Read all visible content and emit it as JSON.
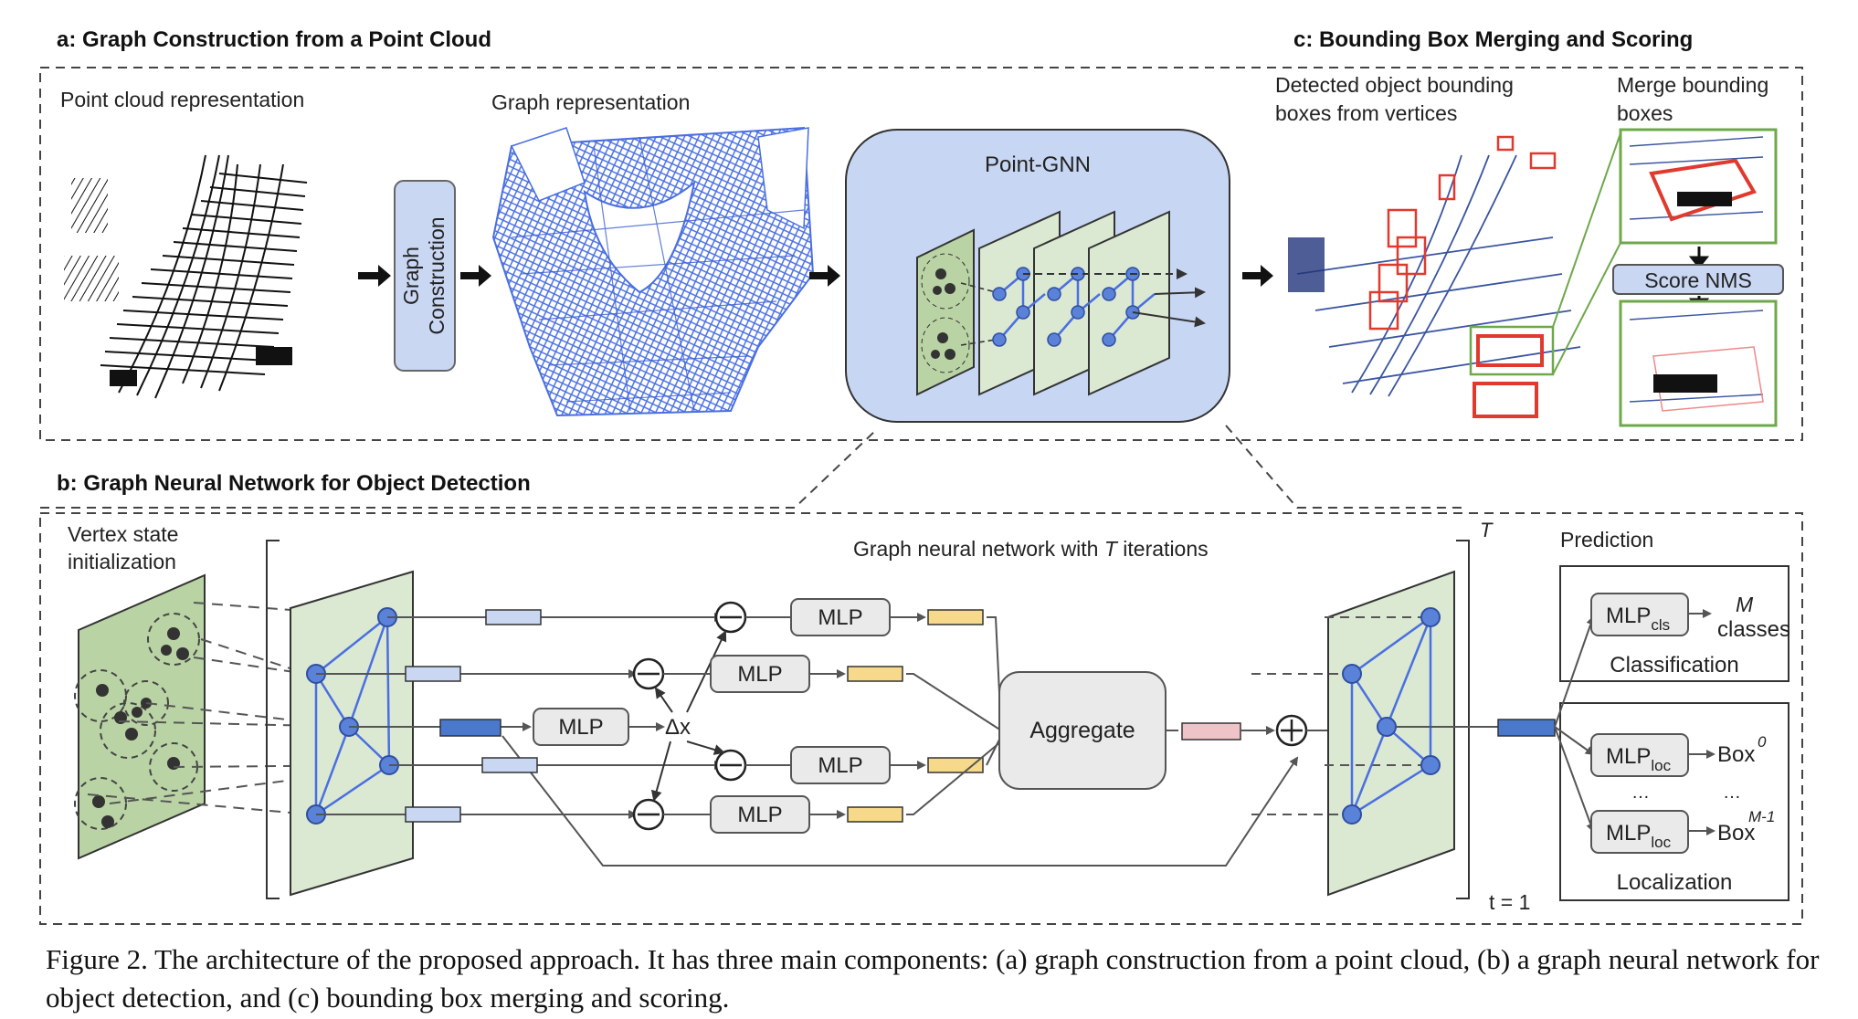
{
  "section_a": {
    "title": "a: Graph Construction from a Point Cloud",
    "point_cloud_label": "Point cloud representation",
    "graph_label": "Graph representation",
    "graph_construction_label": "Graph Construction"
  },
  "section_c": {
    "title": "c: Bounding Box Merging and Scoring",
    "detected_label_line1": "Detected object bounding",
    "detected_label_line2": "boxes from vertices",
    "merge_label_line1": "Merge bounding",
    "merge_label_line2": "boxes",
    "score_nms_label": "Score NMS"
  },
  "point_gnn": {
    "label": "Point-GNN"
  },
  "section_b": {
    "title": "b: Graph Neural Network for Object Detection",
    "vertex_init_line1": "Vertex state",
    "vertex_init_line2": "initialization",
    "gnn_iter_prefix": "Graph neural network with ",
    "gnn_iter_T": "T",
    "gnn_iter_suffix": " iterations",
    "mlp_label": "MLP",
    "delta_x_label": "Δx",
    "aggregate_label": "Aggregate",
    "T_label": "T",
    "t1_label": "t = 1",
    "prediction_label": "Prediction",
    "mlp_cls_main": "MLP",
    "mlp_cls_sub": "cls",
    "classes_M": "M",
    "classes_label": "classes",
    "classification_label": "Classification",
    "mlp_loc_main": "MLP",
    "mlp_loc_sub": "loc",
    "box_label": "Box",
    "box0_sup": "0",
    "boxM_sup": "M-1",
    "ellipsis": "…",
    "localization_label": "Localization"
  },
  "caption": "Figure 2. The architecture of the proposed approach. It has three main components: (a) graph construction from a point cloud, (b) a graph neural network for object detection, and (c) bounding box merging and scoring.",
  "colors": {
    "graph_blue": "#4a6fe0",
    "node_blue": "#5b82d9",
    "panel_green": "#dbe8d2",
    "panel_green_dark": "#b9d3a5",
    "gnn_bg": "#c7d6f2",
    "feature_light": "#c9d7f3",
    "feature_dark": "#4a78cc",
    "feature_yellow": "#f6d98a",
    "feature_pink": "#efc4c9",
    "mlp_gray": "#eaeaea",
    "bbox_red": "#e03a2f",
    "merge_green": "#6ea84b"
  }
}
